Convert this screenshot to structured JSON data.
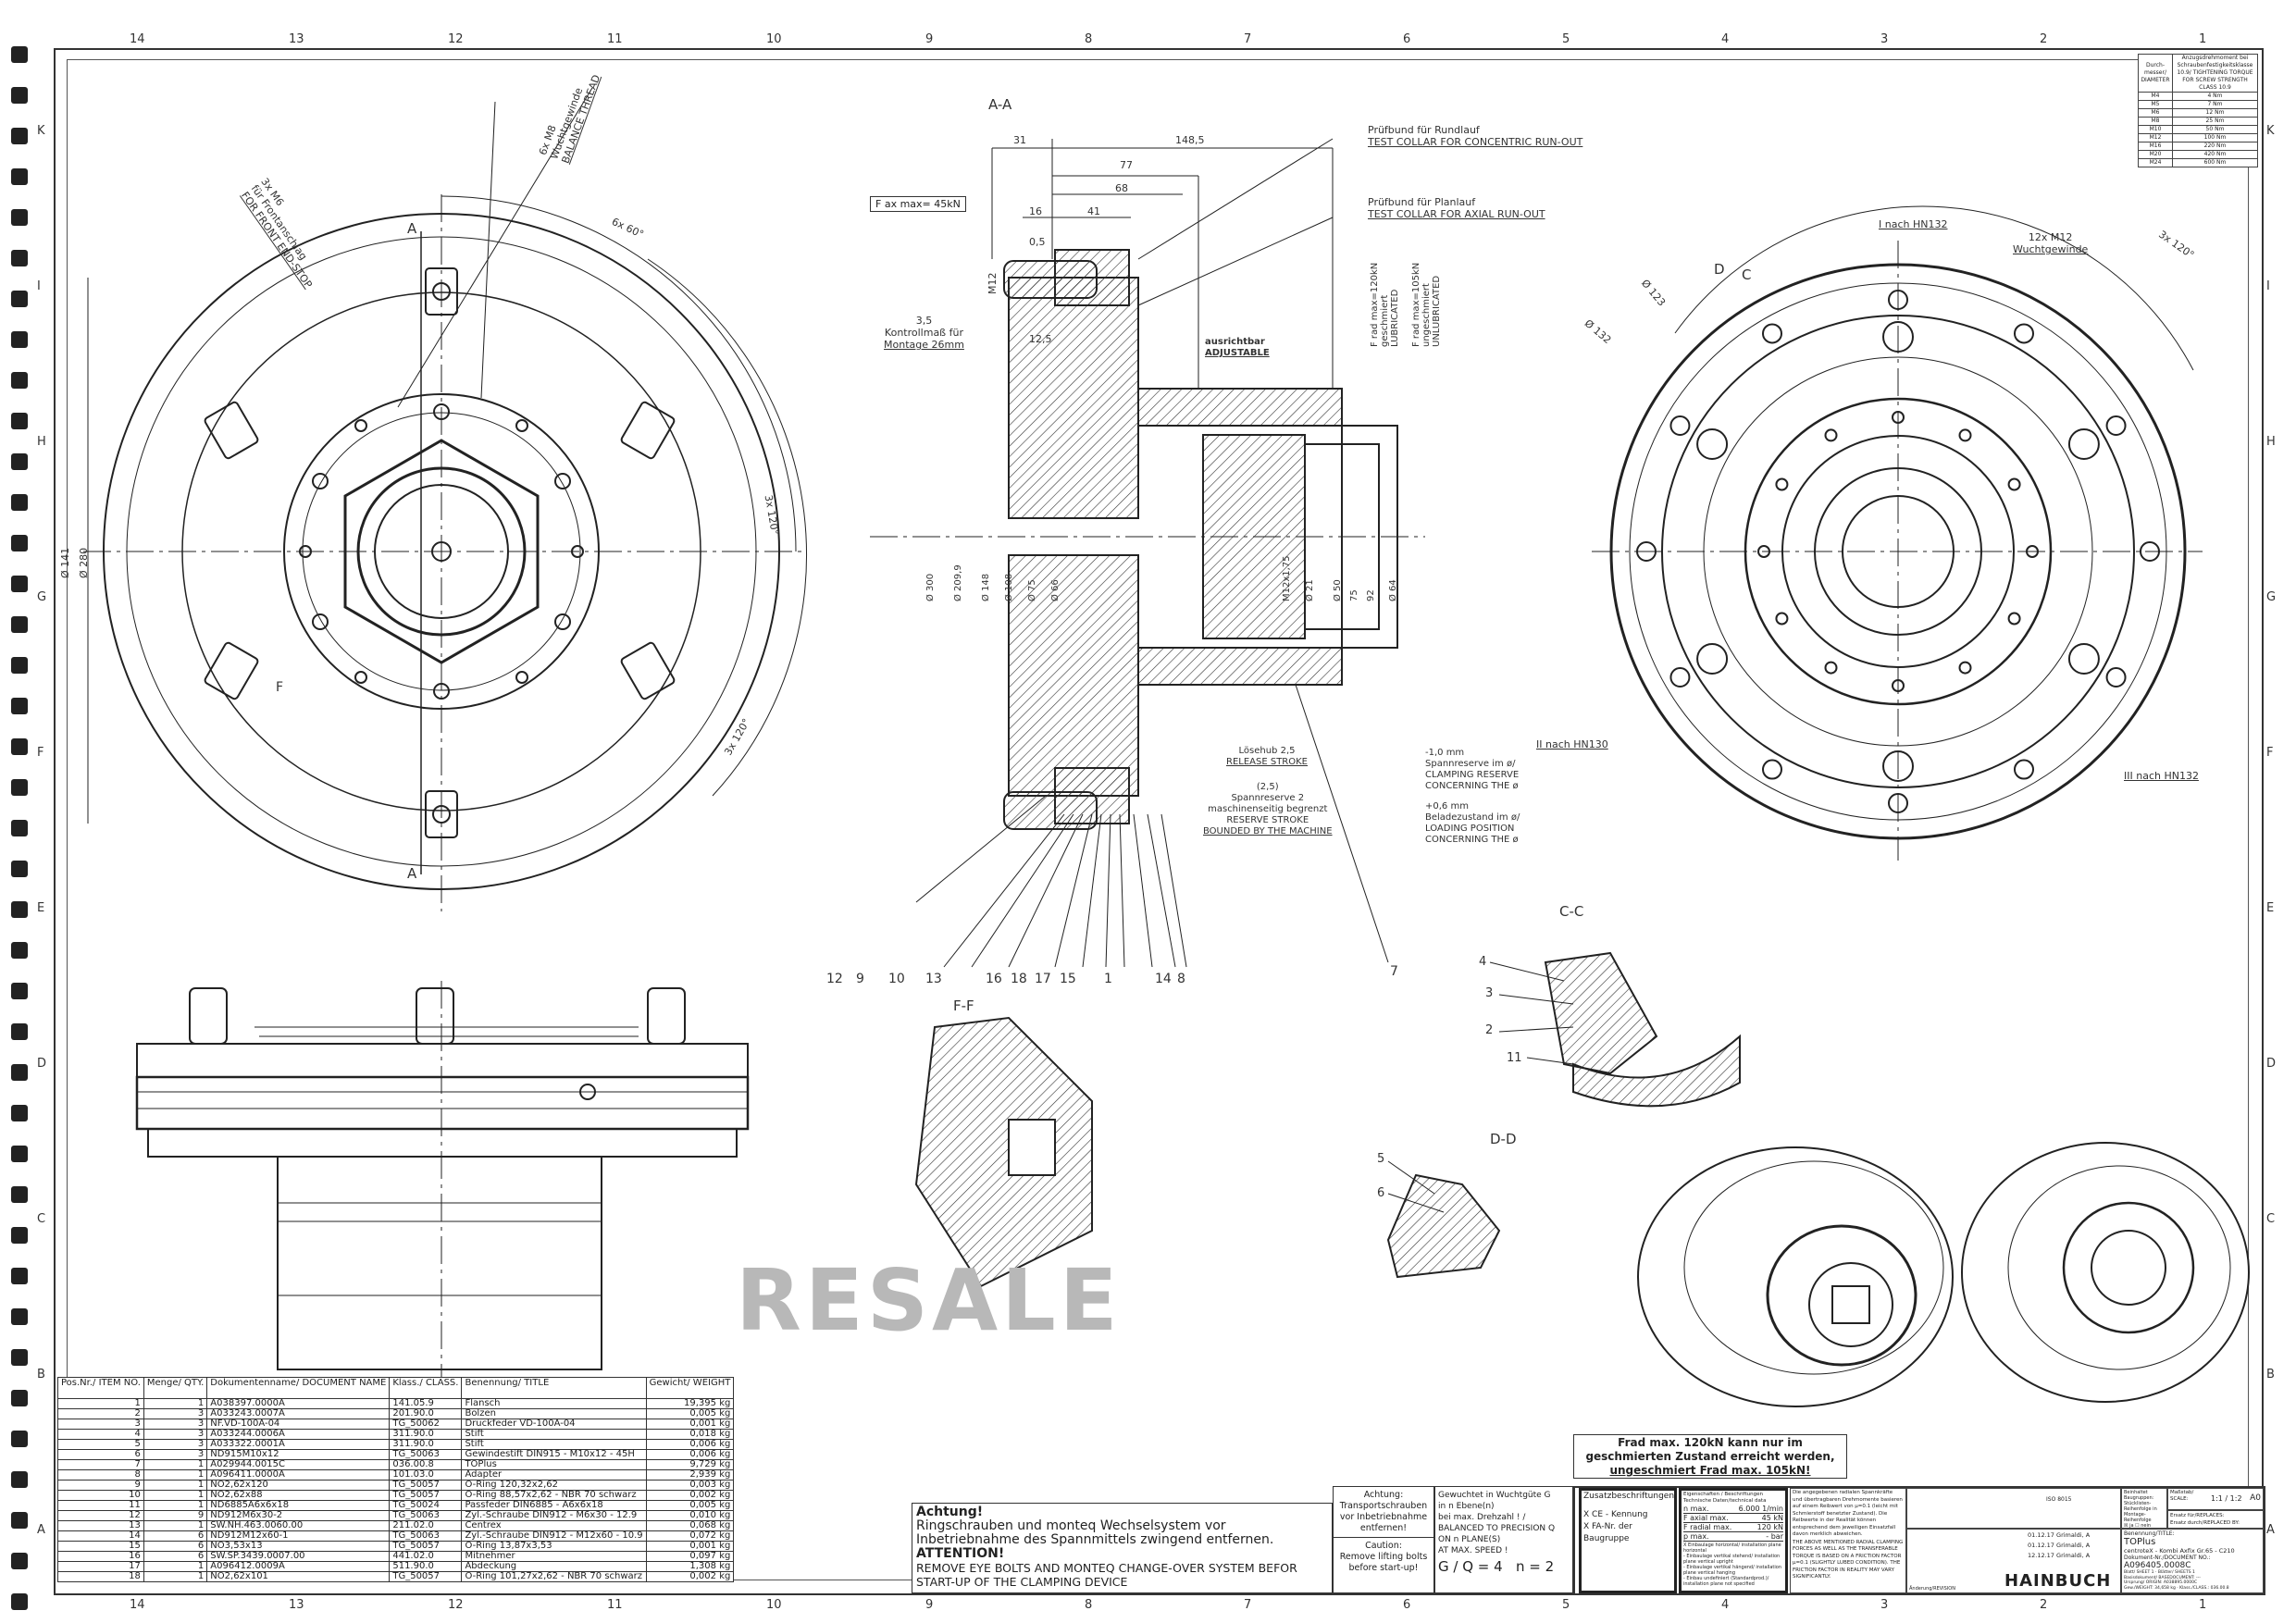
{
  "sheet": {
    "zones_top": [
      "14",
      "13",
      "12",
      "11",
      "10",
      "9",
      "8",
      "7",
      "6",
      "5",
      "4",
      "3",
      "2",
      "1"
    ],
    "zones_side": [
      "K",
      "I",
      "H",
      "G",
      "F",
      "E",
      "D",
      "C",
      "B",
      "A"
    ]
  },
  "views": {
    "section_aa": "A-A",
    "section_cc": "C-C",
    "section_ff": "F-F",
    "section_dd": "D-D",
    "cut_marker_a": "A",
    "cut_marker_f": "F",
    "cut_marker_c": "C",
    "cut_marker_d": "D"
  },
  "front_view": {
    "note_m6": [
      "3x M6",
      "für Frontanschlag",
      "FOR FRONT END-STOP"
    ],
    "note_m8": [
      "6x M8",
      "Wuchtgewinde",
      "BALANCE THREAD"
    ],
    "angle_1": "6x 60°",
    "angle_2": "3x 120°",
    "angle_3": "3x 120°",
    "dia_1": "Ø 280",
    "dia_2": "Ø 141"
  },
  "section": {
    "force_axial": "F ax max=  45kN",
    "dims": [
      "31",
      "148,5",
      "77",
      "68",
      "16",
      "41",
      "0,5",
      "M12",
      "12,5"
    ],
    "control_note": [
      "3,5",
      "Kontrollmaß für",
      "Montage 26mm"
    ],
    "adjustable": [
      "ausrichtbar",
      "ADJUSTABLE"
    ],
    "test_collar_1": [
      "Prüfbund für Rundlauf",
      "TEST COLLAR FOR CONCENTRIC RUN-OUT"
    ],
    "test_collar_2": [
      "Prüfbund für Planlauf",
      "TEST COLLAR FOR AXIAL RUN-OUT"
    ],
    "frad_lub": [
      "F rad max=120kN",
      "geschmiert",
      "LUBRICATED"
    ],
    "frad_unlub": [
      "F rad max=105kN",
      "ungeschmiert",
      "UNLUBRICATED"
    ],
    "diameters": [
      "Ø 300",
      "Ø 209,9",
      "Ø 148",
      "Ø 108",
      "Ø 75",
      "Ø 66",
      "Ø 50",
      "Ø 21",
      "75",
      "92",
      "M12x1,75",
      "Ø 64"
    ],
    "release_stroke": [
      "Lösehub 2,5",
      "RELEASE STROKE"
    ],
    "reserve_stroke": [
      "(2,5)",
      "Spannreserve 2",
      "maschinenseitig begrenzt",
      "RESERVE STROKE",
      "BOUNDED BY THE MACHINE"
    ],
    "clamping_reserve": [
      "-1,0 mm",
      "Spannreserve im ø/",
      "CLAMPING RESERVE",
      "CONCERNING THE ø"
    ],
    "loading_position": [
      "+0,6 mm",
      "Beladezustand im ø/",
      "LOADING POSITION",
      "CONCERNING THE ø"
    ],
    "balloons": [
      "12",
      "9",
      "10",
      "13",
      "16",
      "18",
      "17",
      "15",
      "1",
      "14",
      "8",
      "7"
    ]
  },
  "right_view": {
    "mark_1": "I nach HN132",
    "mark_2": "II nach HN130",
    "mark_3": "III nach HN132",
    "thread_note": [
      "12x M12",
      "Wuchtgewinde"
    ],
    "angle": "3x 120°",
    "dia_1": "Ø 123",
    "dia_2": "Ø 132"
  },
  "detail_balloons": {
    "cc": [
      "4",
      "3",
      "2",
      "11"
    ],
    "dd": [
      "5",
      "6"
    ]
  },
  "watermark": "RESALE",
  "torque_table": {
    "headers": [
      "Durch-messer/ DIAMETER",
      "Anzugsdrehmoment bei Schraubenfestigkeitsklasse 10.9/ TIGHTENING TORQUE FOR SCREW STRENGTH CLASS 10.9"
    ],
    "rows": [
      [
        "M4",
        "4 Nm"
      ],
      [
        "M5",
        "7 Nm"
      ],
      [
        "M6",
        "12 Nm"
      ],
      [
        "M8",
        "25 Nm"
      ],
      [
        "M10",
        "50 Nm"
      ],
      [
        "M12",
        "100 Nm"
      ],
      [
        "M16",
        "220 Nm"
      ],
      [
        "M20",
        "420 Nm"
      ],
      [
        "M24",
        "600 Nm"
      ]
    ]
  },
  "parts_list": {
    "headers": [
      "Pos.Nr./ ITEM NO.",
      "Menge/ QTY.",
      "Dokumentenname/ DOCUMENT NAME",
      "Klass./ CLASS.",
      "Benennung/ TITLE",
      "Gewicht/ WEIGHT"
    ],
    "rows": [
      [
        "1",
        "1",
        "A038397.0000A",
        "141.05.9",
        "Flansch",
        "19,395 kg"
      ],
      [
        "2",
        "3",
        "A033243.0007A",
        "201.90.0",
        "Bolzen",
        "0,005 kg"
      ],
      [
        "3",
        "3",
        "NF.VD-100A-04",
        "TG_50062",
        "Druckfeder VD-100A-04",
        "0,001 kg"
      ],
      [
        "4",
        "3",
        "A033244.0006A",
        "311.90.0",
        "Stift",
        "0,018 kg"
      ],
      [
        "5",
        "3",
        "A033322.0001A",
        "311.90.0",
        "Stift",
        "0,006 kg"
      ],
      [
        "6",
        "3",
        "ND915M10x12",
        "TG_50063",
        "Gewindestift DIN915 - M10x12 - 45H",
        "0,006 kg"
      ],
      [
        "7",
        "1",
        "A029944.0015C",
        "036.00.8",
        "TOPlus",
        "9,729 kg"
      ],
      [
        "8",
        "1",
        "A096411.0000A",
        "101.03.0",
        "Adapter",
        "2,939 kg"
      ],
      [
        "9",
        "1",
        "NO2,62x120",
        "TG_50057",
        "O-Ring 120,32x2,62",
        "0,003 kg"
      ],
      [
        "10",
        "1",
        "NO2,62x88",
        "TG_50057",
        "O-Ring 88,57x2,62 - NBR 70 schwarz",
        "0,002 kg"
      ],
      [
        "11",
        "1",
        "ND6885A6x6x18",
        "TG_50024",
        "Passfeder DIN6885 - A6x6x18",
        "0,005 kg"
      ],
      [
        "12",
        "9",
        "ND912M6x30-2",
        "TG_50063",
        "Zyl.-Schraube DIN912 - M6x30 - 12.9",
        "0,010 kg"
      ],
      [
        "13",
        "1",
        "SW.NH.463.0060.00",
        "211.02.0",
        "Centrex",
        "0,068 kg"
      ],
      [
        "14",
        "6",
        "ND912M12x60-1",
        "TG_50063",
        "Zyl.-Schraube DIN912 - M12x60 - 10.9",
        "0,072 kg"
      ],
      [
        "15",
        "6",
        "NO3,53x13",
        "TG_50057",
        "O-Ring 13,87x3,53",
        "0,001 kg"
      ],
      [
        "16",
        "6",
        "SW.SP.3439.0007.00",
        "441.02.0",
        "Mitnehmer",
        "0,097 kg"
      ],
      [
        "17",
        "1",
        "A096412.0009A",
        "511.90.0",
        "Abdeckung",
        "1,308 kg"
      ],
      [
        "18",
        "1",
        "NO2,62x101",
        "TG_50057",
        "O-Ring 101,27x2,62 - NBR 70 schwarz",
        "0,002 kg"
      ]
    ]
  },
  "warning": {
    "title_de": "Achtung!",
    "text_de": "Ringschrauben und monteq Wechselsystem vor Inbetriebnahme des Spannmittels zwingend entfernen.",
    "title_en": "ATTENTION!",
    "text_en": "REMOVE EYE BOLTS AND MONTEQ CHANGE-OVER SYSTEM BEFOR START-UP OF THE CLAMPING DEVICE"
  },
  "transport_note": {
    "de": [
      "Achtung:",
      "Transportschrauben",
      "vor Inbetriebnahme",
      "entfernen!"
    ],
    "en": [
      "Caution:",
      "Remove lifting bolts",
      "before start-up!"
    ]
  },
  "balance_note": {
    "lines": [
      "Gewuchtet in Wuchtgüte G",
      "in n Ebene(n)",
      "bei max. Drehzahl ! /",
      "BALANCED TO PRECISION Q",
      "ON n PLANE(S)",
      "AT MAX. SPEED !"
    ],
    "gq": "G / Q = 4",
    "n": "n = 2"
  },
  "frad_note": [
    "Frad max. 120kN kann nur im",
    "geschmierten Zustand erreicht werden,",
    "ungeschmiert Frad max. 105kN!"
  ],
  "title_block": {
    "extra_labels_title": "Zusatzbeschriftungen",
    "extra_labels": [
      [
        "X",
        "CE - Kennung"
      ],
      [
        "X",
        "FA-Nr. der Baugruppe"
      ]
    ],
    "tech_title": "Eigenschaften / Beschriftungen Technische Daten/technical data",
    "tech_data": [
      [
        "n max.",
        "6.000 1/min"
      ],
      [
        "F axial max.",
        "45 kN"
      ],
      [
        "F radial max.",
        "120 kN"
      ],
      [
        "p max.",
        "- bar"
      ]
    ],
    "install": [
      [
        "X",
        "Einbaulage horizontal/ installation plane horizontal"
      ],
      [
        "-",
        "Einbaulage vertikal stehend/ installation plane vertical upright"
      ],
      [
        "-",
        "Einbaulage vertikal hängend/ installation plane vertical hanging"
      ],
      [
        "-",
        "Einbau undefiniert (Standardprod.)/ installation plane not specified"
      ]
    ],
    "friction_de": "Die angegebenen radialen Spannkräfte und übertragbaren Drehmomente basieren auf einem Reibwert von µ=0.1 (leicht mit Schmierstoff benetzter Zustand). Die Reibwerte in der Realität können entsprechend dem jeweiligen Einsatzfall davon merklich abweichen.",
    "friction_en": "THE ABOVE MENTIONED RADIAL CLAMPING FORCES AS WELL AS THE TRANSFERABLE TORQUE IS BASED ON A FRICTION FACTOR µ=0.1 (SLIGHTLY LUBED CONDITION). THE FRICTION FACTOR IN REALITY MAY VARY SIGNIFICANTLY.",
    "iso": "ISO 8015",
    "dates": [
      [
        "01.12.17",
        "Grimaldi, A"
      ],
      [
        "01.12.17",
        "Grimaldi, A"
      ],
      [
        "12.12.17",
        "Grimaldi, A"
      ]
    ],
    "contains": "Beinhaltet Baugruppen: Stücklisten-Reihenfolge in Montage-Reihenfolge",
    "yes": "ja",
    "no": "nein",
    "scale_label": "Maßstab/ SCALE:",
    "scale": "1:1 / 1:2",
    "format": "A0",
    "replaces": "Ersatz für/REPLACES:",
    "replaced_by": "Ersatz durch/REPLACED BY:",
    "title_label": "Benennung/TITLE:",
    "title_1": "TOPlus",
    "title_2": "centroteX - Kombi Axfix Gr.65 - C210",
    "docno_label": "Dokument-Nr./DOCUMENT NO.:",
    "docno": "A096405.0008C",
    "sheet": "Blatt/ SHEET 1",
    "sheets": "Blätter/ SHEETS 1",
    "basedoc": "Basisdokument/ BASEDOCUMENT: ---",
    "origin": "Ursprung/ ORIGIN: A038895.0000C",
    "weight": "Gew./WEIGHT: 34,658 kg",
    "class": "Klass./CLASS.: 036.00.8",
    "change": "Änderung/REVISION",
    "brand": "HAINBUCH"
  }
}
